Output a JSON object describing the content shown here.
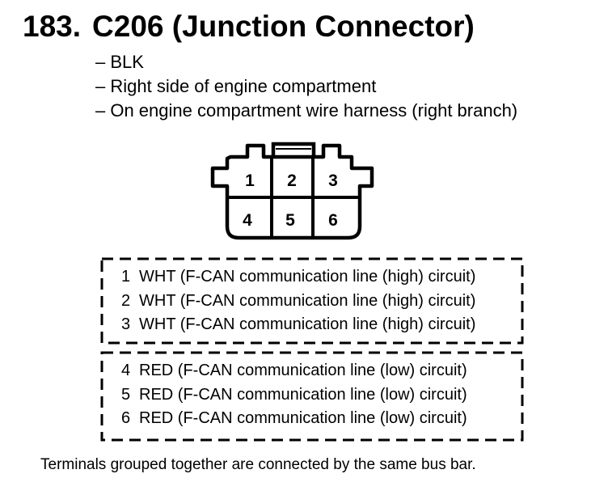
{
  "header": {
    "number": "183.",
    "title": "C206 (Junction Connector)"
  },
  "description": [
    "– BLK",
    "– Right side of engine compartment",
    "– On engine compartment wire harness (right branch)"
  ],
  "connector": {
    "top_row": [
      "1",
      "2",
      "3"
    ],
    "bottom_row": [
      "4",
      "5",
      "6"
    ]
  },
  "groups": [
    {
      "rows": [
        {
          "pin": "1",
          "text": "WHT (F-CAN communication line (high) circuit)"
        },
        {
          "pin": "2",
          "text": "WHT (F-CAN communication line (high) circuit)"
        },
        {
          "pin": "3",
          "text": "WHT (F-CAN communication line (high) circuit)"
        }
      ]
    },
    {
      "rows": [
        {
          "pin": "4",
          "text": "RED (F-CAN communication line (low) circuit)"
        },
        {
          "pin": "5",
          "text": "RED (F-CAN communication line (low) circuit)"
        },
        {
          "pin": "6",
          "text": "RED (F-CAN communication line (low) circuit)"
        }
      ]
    }
  ],
  "footnote": "Terminals grouped together are connected by the same bus bar."
}
